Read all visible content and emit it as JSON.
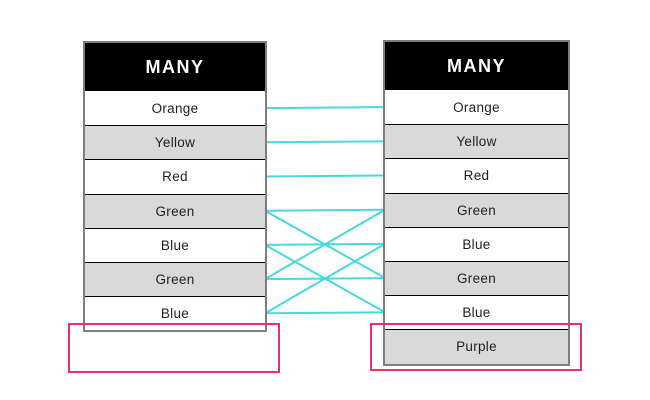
{
  "colors": {
    "connector": "#48d8de",
    "highlight": "#ea2f70",
    "header_bg": "#000000",
    "header_text": "#ffffff",
    "row_bg": "#ffffff",
    "row_alt_bg": "#d9d9d9",
    "table_border": "#7e7e7e",
    "row_divider": "#000000",
    "row_text": "#1f1f1f",
    "page_bg": "#ffffff"
  },
  "left_table": {
    "title": "MANY",
    "rows": [
      "Orange",
      "Yellow",
      "Red",
      "Green",
      "Blue",
      "Green",
      "Blue"
    ]
  },
  "right_table": {
    "title": "MANY",
    "rows": [
      "Orange",
      "Yellow",
      "Red",
      "Green",
      "Blue",
      "Green",
      "Blue",
      "Purple"
    ]
  },
  "connections": [
    {
      "from_row": 0,
      "to_row": 0
    },
    {
      "from_row": 1,
      "to_row": 1
    },
    {
      "from_row": 2,
      "to_row": 2
    },
    {
      "from_row": 3,
      "to_row": 3
    },
    {
      "from_row": 3,
      "to_row": 5
    },
    {
      "from_row": 4,
      "to_row": 4
    },
    {
      "from_row": 4,
      "to_row": 6
    },
    {
      "from_row": 5,
      "to_row": 3
    },
    {
      "from_row": 5,
      "to_row": 5
    },
    {
      "from_row": 6,
      "to_row": 4
    },
    {
      "from_row": 6,
      "to_row": 6
    }
  ]
}
